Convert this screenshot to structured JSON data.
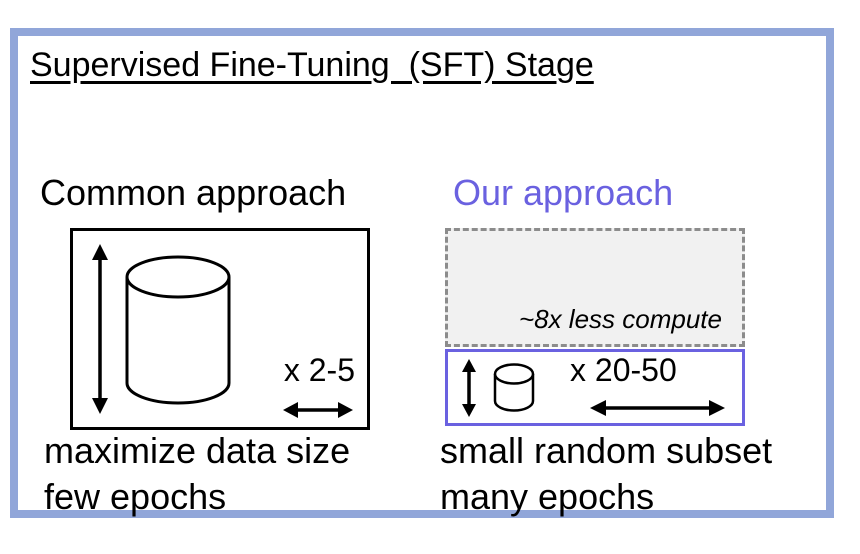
{
  "title": "Supervised Fine-Tuning  (SFT) Stage",
  "common": {
    "heading": "Common approach",
    "multiplier": "x 2-5",
    "caption_line1": "maximize data size",
    "caption_line2": "few epochs"
  },
  "ours": {
    "heading": "Our approach",
    "compute_note": "~8x less compute",
    "multiplier": "x 20-50",
    "caption_line1": "small random subset",
    "caption_line2": "many epochs"
  },
  "colors": {
    "frame": "#91A6D9",
    "accent": "#6A61E0",
    "dashed_border": "#8C8C8C",
    "dashed_fill": "#F1F1F1"
  }
}
